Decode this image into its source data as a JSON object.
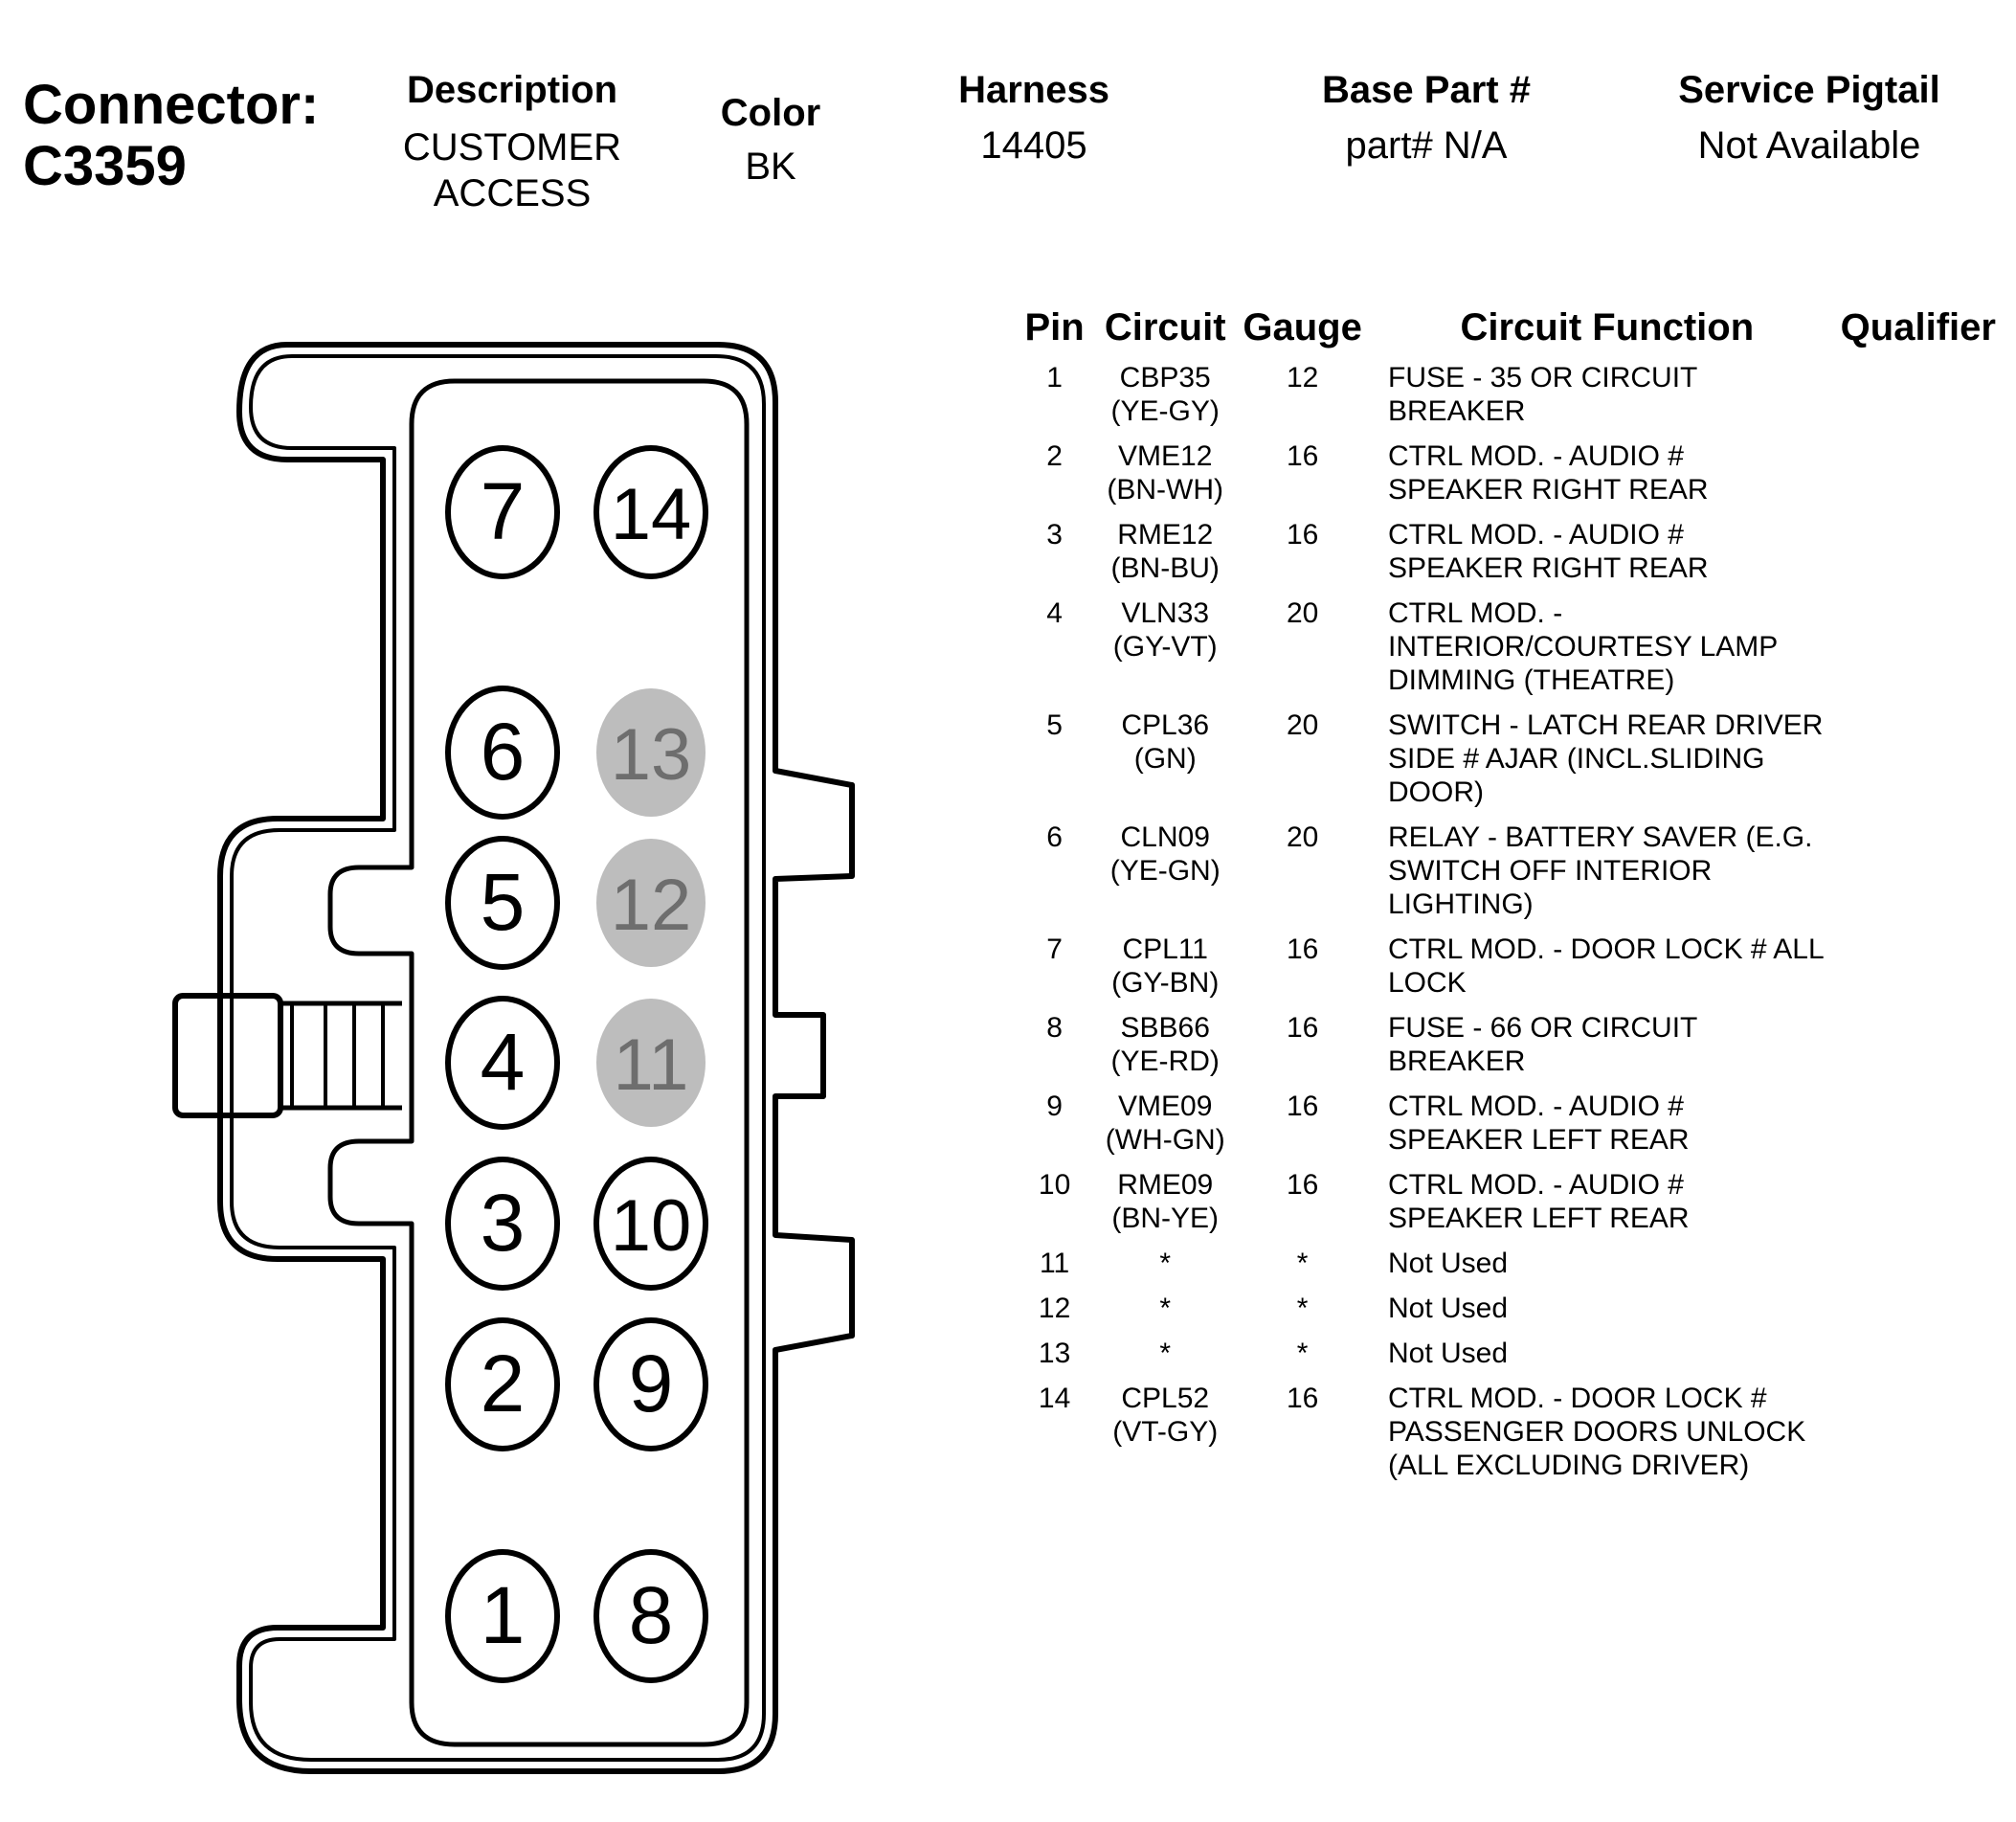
{
  "header": {
    "connector_label": "Connector:",
    "connector_id": "C3359",
    "description_label": "Description",
    "description_value": "CUSTOMER ACCESS",
    "color_label": "Color",
    "color_value": "BK",
    "harness_label": "Harness",
    "harness_value": "14405",
    "base_part_label": "Base Part #",
    "base_part_value": "part# N/A",
    "service_pigtail_label": "Service Pigtail",
    "service_pigtail_value": "Not Available"
  },
  "table": {
    "columns": [
      "Pin",
      "Circuit",
      "Gauge",
      "Circuit Function",
      "Qualifier"
    ],
    "rows": [
      {
        "pin": "1",
        "circuit": "CBP35",
        "wire_color": "(YE-GY)",
        "gauge": "12",
        "function": "FUSE - 35 OR CIRCUIT BREAKER",
        "qualifier": ""
      },
      {
        "pin": "2",
        "circuit": "VME12",
        "wire_color": "(BN-WH)",
        "gauge": "16",
        "function": "CTRL MOD. - AUDIO # SPEAKER RIGHT REAR",
        "qualifier": ""
      },
      {
        "pin": "3",
        "circuit": "RME12",
        "wire_color": "(BN-BU)",
        "gauge": "16",
        "function": "CTRL MOD. - AUDIO # SPEAKER RIGHT REAR",
        "qualifier": ""
      },
      {
        "pin": "4",
        "circuit": "VLN33",
        "wire_color": "(GY-VT)",
        "gauge": "20",
        "function": "CTRL MOD. - INTERIOR/COURTESY LAMP DIMMING (THEATRE)",
        "qualifier": ""
      },
      {
        "pin": "5",
        "circuit": "CPL36",
        "wire_color": "(GN)",
        "gauge": "20",
        "function": "SWITCH - LATCH REAR DRIVER SIDE # AJAR (INCL.SLIDING DOOR)",
        "qualifier": ""
      },
      {
        "pin": "6",
        "circuit": "CLN09",
        "wire_color": "(YE-GN)",
        "gauge": "20",
        "function": "RELAY - BATTERY SAVER (E.G. SWITCH OFF INTERIOR LIGHTING)",
        "qualifier": ""
      },
      {
        "pin": "7",
        "circuit": "CPL11",
        "wire_color": "(GY-BN)",
        "gauge": "16",
        "function": "CTRL MOD. - DOOR LOCK # ALL LOCK",
        "qualifier": ""
      },
      {
        "pin": "8",
        "circuit": "SBB66",
        "wire_color": "(YE-RD)",
        "gauge": "16",
        "function": "FUSE - 66 OR CIRCUIT BREAKER",
        "qualifier": ""
      },
      {
        "pin": "9",
        "circuit": "VME09",
        "wire_color": "(WH-GN)",
        "gauge": "16",
        "function": "CTRL MOD. - AUDIO # SPEAKER LEFT REAR",
        "qualifier": ""
      },
      {
        "pin": "10",
        "circuit": "RME09",
        "wire_color": "(BN-YE)",
        "gauge": "16",
        "function": "CTRL MOD. - AUDIO # SPEAKER LEFT REAR",
        "qualifier": ""
      },
      {
        "pin": "11",
        "circuit": "*",
        "wire_color": "",
        "gauge": "*",
        "function": "Not Used",
        "qualifier": ""
      },
      {
        "pin": "12",
        "circuit": "*",
        "wire_color": "",
        "gauge": "*",
        "function": "Not Used",
        "qualifier": ""
      },
      {
        "pin": "13",
        "circuit": "*",
        "wire_color": "",
        "gauge": "*",
        "function": "Not Used",
        "qualifier": ""
      },
      {
        "pin": "14",
        "circuit": "CPL52",
        "wire_color": "(VT-GY)",
        "gauge": "16",
        "function": "CTRL MOD. - DOOR LOCK # PASSENGER DOORS UNLOCK (ALL EXCLUDING DRIVER)",
        "qualifier": ""
      }
    ]
  },
  "diagram": {
    "pins": [
      {
        "label": "7",
        "used": true
      },
      {
        "label": "14",
        "used": true
      },
      {
        "label": "6",
        "used": true
      },
      {
        "label": "13",
        "used": false
      },
      {
        "label": "5",
        "used": true
      },
      {
        "label": "12",
        "used": false
      },
      {
        "label": "4",
        "used": true
      },
      {
        "label": "11",
        "used": false
      },
      {
        "label": "3",
        "used": true
      },
      {
        "label": "10",
        "used": true
      },
      {
        "label": "2",
        "used": true
      },
      {
        "label": "9",
        "used": true
      },
      {
        "label": "1",
        "used": true
      },
      {
        "label": "8",
        "used": true
      }
    ],
    "colors": {
      "unused_fill": "#bdbdbd",
      "unused_text": "#6e6e6e",
      "line": "#000000"
    }
  }
}
